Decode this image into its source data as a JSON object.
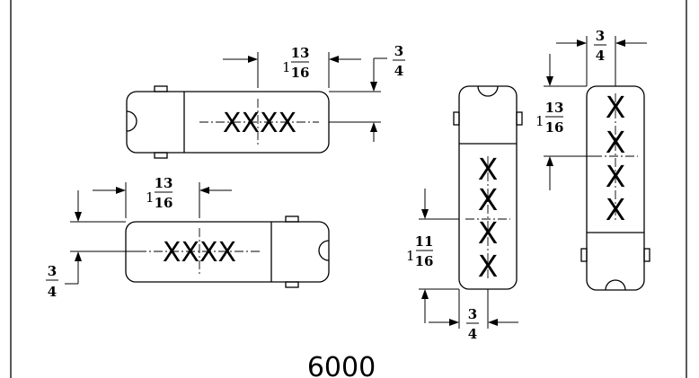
{
  "title": "6000",
  "marking": "XXXX",
  "dimensions": {
    "center_to_end": {
      "whole": "1",
      "num": "13",
      "den": "16"
    },
    "center_to_end_vertical": {
      "whole": "1",
      "num": "11",
      "den": "16"
    },
    "height": {
      "num": "3",
      "den": "4"
    }
  }
}
